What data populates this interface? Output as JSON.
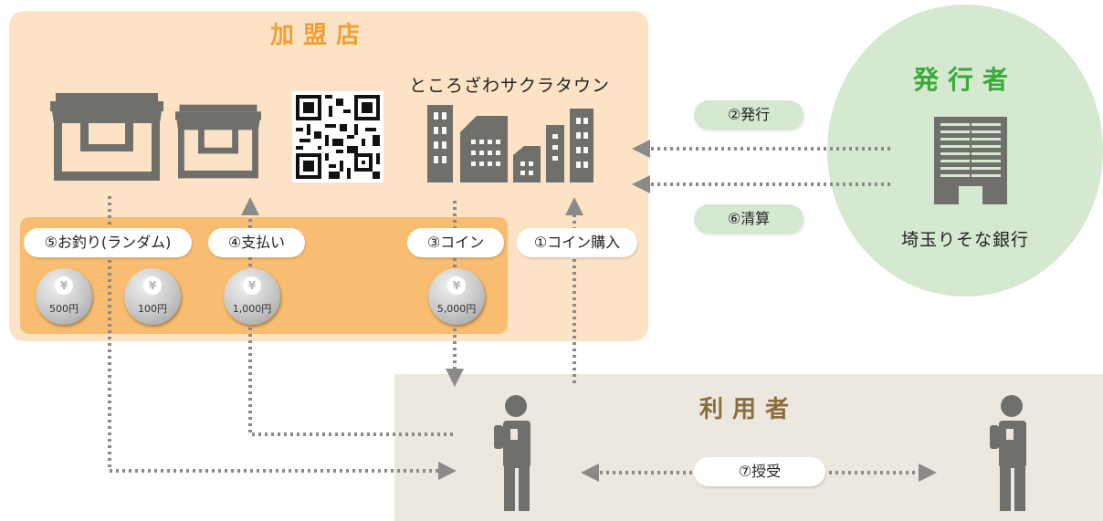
{
  "merchant": {
    "title": "加盟店",
    "shop_name": "ところざわサクラタウン"
  },
  "issuer": {
    "title": "発行者",
    "bank": "埼玉りそな銀行"
  },
  "users": {
    "title": "利用者"
  },
  "steps": {
    "purchase": "①コイン購入",
    "issue": "②発行",
    "coin": "③コイン",
    "payment": "④支払い",
    "change": "⑤お釣り(ランダム)",
    "settlement": "⑥清算",
    "transfer": "⑦授受"
  },
  "coins": [
    {
      "symbol": "¥",
      "amount": "500円"
    },
    {
      "symbol": "¥",
      "amount": "100円"
    },
    {
      "symbol": "¥",
      "amount": "1,000円"
    },
    {
      "symbol": "¥",
      "amount": "5,000円"
    }
  ],
  "colors": {
    "merchant_bg": "#fde3c6",
    "coin_band": "#f8bd70",
    "issuer_bg": "#d5e8d0",
    "users_bg": "#ede8df",
    "icon_gray": "#6f6f6b",
    "arrow_gray": "#8a8a88",
    "issuer_green": "#3aaa3a",
    "merchant_orange": "#f0a030",
    "users_brown": "#8a6d3e"
  },
  "icons": [
    "storefront-icon",
    "storefront-icon",
    "qr-code-icon",
    "city-buildings-icon",
    "office-building-icon",
    "person-with-phone-icon"
  ]
}
